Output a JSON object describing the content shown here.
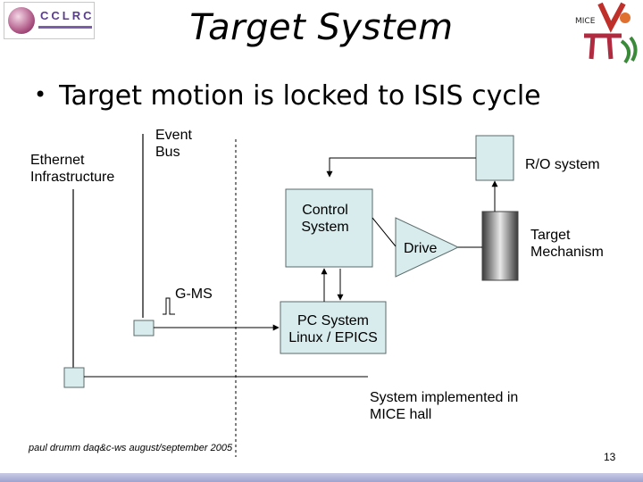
{
  "slide": {
    "title": "Target System",
    "bullet": "Target motion is locked to ISIS cycle",
    "footer": "paul drumm daq&c-ws august/september 2005",
    "page_number": "13"
  },
  "logos": {
    "left_text": "CCLRC",
    "right_text": "MICE"
  },
  "diagram": {
    "ethernet_label": [
      "Ethernet",
      "Infrastructure"
    ],
    "event_bus_label": [
      "Event",
      "Bus"
    ],
    "ro_system_label": "R/O system",
    "control_system_label": [
      "Control",
      "System"
    ],
    "drive_label": "Drive",
    "target_mechanism_label": [
      "Target",
      "Mechanism"
    ],
    "gms_label": "G-MS",
    "pc_system_label": [
      "PC System",
      "Linux / EPICS"
    ],
    "note_label": [
      "System implemented in",
      "MICE hall"
    ]
  },
  "colors": {
    "box_fill": "#d8ecee",
    "box_border": "#5a6a6a",
    "bottom_bar": "#a9acd6"
  }
}
